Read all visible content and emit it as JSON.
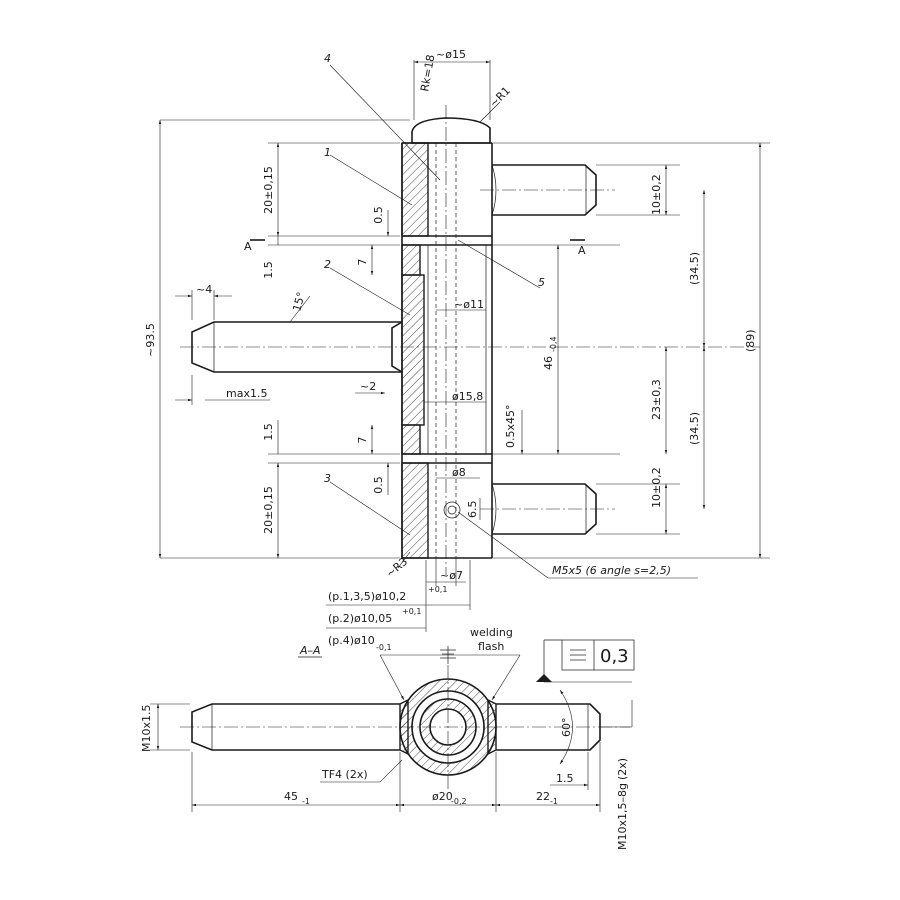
{
  "drawing": {
    "labels": {
      "dia15": "~ø15",
      "rk": "Rk=18",
      "r1": "~R1",
      "part4": "4",
      "part1": "1",
      "part2": "2",
      "part3": "3",
      "part5": "5",
      "d20a": "20±0,15",
      "d05a": "0.5",
      "d7a": "7",
      "d15a": "1.5",
      "d4": "~4",
      "ang15": "15°",
      "d935": "~93.5",
      "maxd": "max1.5",
      "d2": "~2",
      "d15b": "1.5",
      "d7b": "7",
      "d05b": "0.5",
      "d20b": "20±0,15",
      "r3": "~R3",
      "d7c": "~ø7",
      "d11": "~ø11",
      "d158": "ø15,8",
      "d8": "ø8",
      "d65": "6.5",
      "d46": "46",
      "d46sub": "-0,4",
      "d05x45": "0.5x45°",
      "d10a": "10±0,2",
      "d345a": "(34.5)",
      "d23": "23±0,3",
      "d345b": "(34.5)",
      "d10b": "10±0,2",
      "d89": "(89)",
      "m5": "M5x5  (6 angle s=2,5)",
      "p135": "(p.1,3,5)ø10,2",
      "p135sup": "+0,1",
      "p2": "(p.2)ø10,05",
      "p2sup": "+0,1",
      "p4": "(p.4)ø10",
      "p4sub": "-0,1",
      "secA": "A",
      "secA2": "A",
      "aa": "A–A",
      "weld1": "welding",
      "weld2": "flash",
      "tol": "0,3",
      "m10": "M10x1.5",
      "ang60": "60°",
      "tf4": "TF4 (2x)",
      "d15c": "1.5",
      "d2x": "(2x)",
      "d45": "45",
      "d45sub": "-1",
      "d20c": "ø20",
      "d20csub": "-0,2",
      "d22": "22",
      "d22sub": "-1",
      "m10g": "M10x1,5–8g"
    }
  }
}
